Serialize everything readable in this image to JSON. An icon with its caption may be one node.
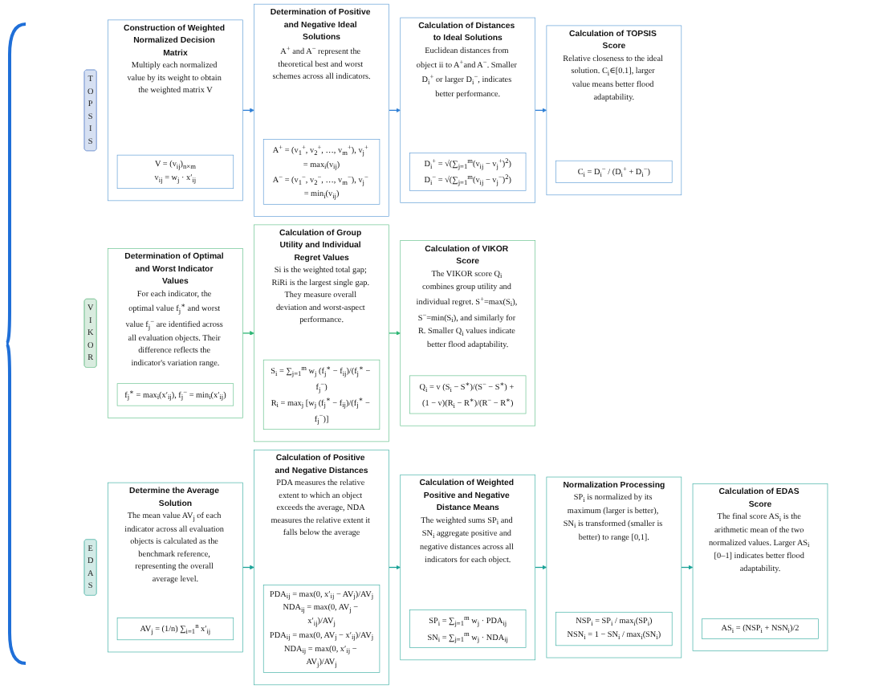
{
  "diagram": {
    "nodes": [
      {
        "text": [
          "TOPSIS"
        ]
      },
      {
        "text": [
          "Construction of Weighted Normalized Decision Matrix",
          "Multiply each normalized value by its weight to obtain the weighted matrix V"
        ]
      },
      {
        "text": [
          "V = (v$_{ij}$)$_{n×m}$",
          "v$_{ij}$ = w$_{j}$ · x′$_{ij}$"
        ],
        "in": 1
      },
      {
        "text": [
          "Determination of Positive and Negative Ideal Solutions",
          "A$^{+}$ and A$^{−}$ represent the theoretical best and worst schemes across all indicators."
        ]
      },
      {
        "text": [
          "A$^{+}$ = (v$_{1}$$^{+}$, v$_{2}$$^{+}$, …, v$_{m}$$^{+}$), v$_{j}$$^{+}$ = max$_{i}$(v$_{ij}$)",
          "A$^{−}$ = (v$_{1}$$^{−}$, v$_{2}$$^{−}$, …, v$_{m}$$^{−}$), v$_{j}$$^{−}$ = min$_{i}$(v$_{ij}$)"
        ],
        "in": 3
      },
      {
        "text": [
          "Calculation of Distances to Ideal Solutions",
          "Euclidean distances from object ii to A$^{+}$and A$^{−}$. Smaller D$_{i}$$^{+}$ or larger D$_{i}$$^{−}$, indicates better performance."
        ]
      },
      {
        "text": [
          "D$_{i}$$^{+}$ = √(∑$_{j=1}$$^{m}$(v$_{ij}$ − v$_{j}$$^{+}$)$^{2}$)",
          "D$_{i}$$^{−}$ = √(∑$_{j=1}$$^{m}$(v$_{ij}$ − v$_{j}$$^{−}$)$^{2}$)"
        ],
        "in": 5
      },
      {
        "text": [
          "Calculation of TOPSIS Score",
          "Relative closeness to the ideal solution. C$_{i}$∈[0.1], larger value means better flood adaptability."
        ]
      },
      {
        "text": [
          "C$_{i}$ = D$_{i}$$^{−}$ / (D$_{i}$$^{+}$ + D$_{i}$$^{−}$)"
        ],
        "in": 7
      },
      {
        "text": [
          "VIKOR"
        ]
      },
      {
        "text": [
          "Determination of Optimal and Worst Indicator Values",
          "For each indicator, the optimal value f$_{j}$$^{∗}$ and worst value f$_{j}$$^{−}$ are identified across all evaluation objects. Their difference reflects the indicator's variation range."
        ]
      },
      {
        "text": [
          "f$_{j}$$^{∗}$ = max$_{i}$(x′$_{ij}$), f$_{j}$$^{−}$ = min$_{i}$(x′$_{ij}$)"
        ],
        "in": 10
      },
      {
        "text": [
          "Calculation of Group Utility and Individual Regret Values",
          "Si is the weighted total gap; RiRi is the largest single gap. They measure overall deviation and worst-aspect performance."
        ]
      },
      {
        "text": [
          "S$_{i}$ = ∑$_{j=1}$$^{m}$ w$_{j}$ (f$_{j}$$^{∗}$ − f$_{ij}$)/(f$_{j}$$^{∗}$ − f$_{j}$$^{−}$)",
          "R$_{i}$ = max$_{j}$ [w$_{j}$ (f$_{j}$$^{∗}$ − f$_{ij}$)/(f$_{j}$$^{∗}$ − f$_{j}$$^{−}$)]"
        ],
        "in": 12
      },
      {
        "text": [
          "Calculation of VIKOR Score",
          "The VIKOR score Q$_{i}$ combines group utility and individual regret. S$^{+}$=max(S$_{i}$), S$^{−}$=min(S$_{i}$), and similarly for R. Smaller Q$_{i}$ values indicate better flood adaptability."
        ]
      },
      {
        "text": [
          "Q$_{i}$ = v (S$_{i}$ − S$^{∗}$)/(S$^{−}$ − S$^{∗}$) + (1 − v)(R$_{i}$ − R$^{∗}$)/(R$^{−}$ − R$^{∗}$)"
        ],
        "in": 14
      },
      {
        "text": [
          "EDAS"
        ]
      },
      {
        "text": [
          "Determine the Average Solution",
          "The mean value AV$_{j}$ of each indicator across all evaluation objects is calculated as the benchmark reference, representing the overall average level."
        ]
      },
      {
        "text": [
          "AV$_{j}$ = (1/n) ∑$_{i=1}$$^{n}$ x′$_{ij}$"
        ],
        "in": 17
      },
      {
        "text": [
          "Calculation of Positive and Negative Distances",
          "PDA measures the relative extent to which an object exceeds the average, NDA measures the relative extent it falls below the average"
        ]
      },
      {
        "text": [
          "PDA$_{ij}$ = max(0, x′$_{ij}$ − AV$_{j}$)/AV$_{j}$",
          "NDA$_{ij}$ = max(0, AV$_{j}$ − x′$_{ij}$)/AV$_{j}$",
          "PDA$_{ij}$ = max(0, AV$_{j}$ − x′$_{ij}$)/AV$_{j}$",
          "NDA$_{ij}$ = max(0, x′$_{ij}$ − AV$_{j}$)/AV$_{j}$"
        ],
        "in": 19
      },
      {
        "text": [
          "Calculation of Weighted Positive and Negative Distance Means",
          "The weighted sums SP$_{i}$ and SN$_{i}$ aggregate positive and negative distances across all indicators for each object."
        ]
      },
      {
        "text": [
          "SP$_{i}$ = ∑$_{j=1}$$^{m}$ w$_{j}$ · PDA$_{ij}$",
          "SN$_{i}$ = ∑$_{j=1}$$^{m}$ w$_{j}$ · NDA$_{ij}$"
        ],
        "in": 21
      },
      {
        "text": [
          "Normalization Processing",
          "SP$_{i}$ is normalized by its maximum (larger is better), SN$_{i}$ is transformed (smaller is better) to range [0,1]."
        ]
      },
      {
        "text": [
          "NSP$_{i}$ = SP$_{i}$ / max$_{i}$(SP$_{i}$)",
          "NSN$_{i}$ = 1 − SN$_{i}$ / max$_{i}$(SN$_{i}$)"
        ],
        "in": 23
      },
      {
        "text": [
          "Calculation of EDAS Score",
          "The final score AS$_{i}$ is the arithmetic mean of the two normalized values. Larger AS$_{i}$ [0–1] indicates better flood adaptability."
        ]
      },
      {
        "text": [
          "AS$_{i}$ = (NSP$_{i}$ + NSN$_{i}$)/2"
        ],
        "in": 25
      }
    ],
    "edges": [
      {
        "from": 1,
        "to": 3,
        "arrow": "to",
        "color": "#2e7fd6"
      },
      {
        "from": 3,
        "to": 5,
        "arrow": "to",
        "color": "#2e7fd6"
      },
      {
        "from": 5,
        "to": 7,
        "arrow": "to",
        "color": "#2e7fd6"
      },
      {
        "from": 10,
        "to": 12,
        "arrow": "to",
        "color": "#2bb673"
      },
      {
        "from": 12,
        "to": 14,
        "arrow": "to",
        "color": "#2bb673"
      },
      {
        "from": 17,
        "to": 19,
        "arrow": "to"
      },
      {
        "from": 19,
        "to": 21,
        "arrow": "to"
      },
      {
        "from": 21,
        "to": 23,
        "arrow": "to"
      },
      {
        "from": 23,
        "to": 25,
        "arrow": "to"
      }
    ]
  }
}
